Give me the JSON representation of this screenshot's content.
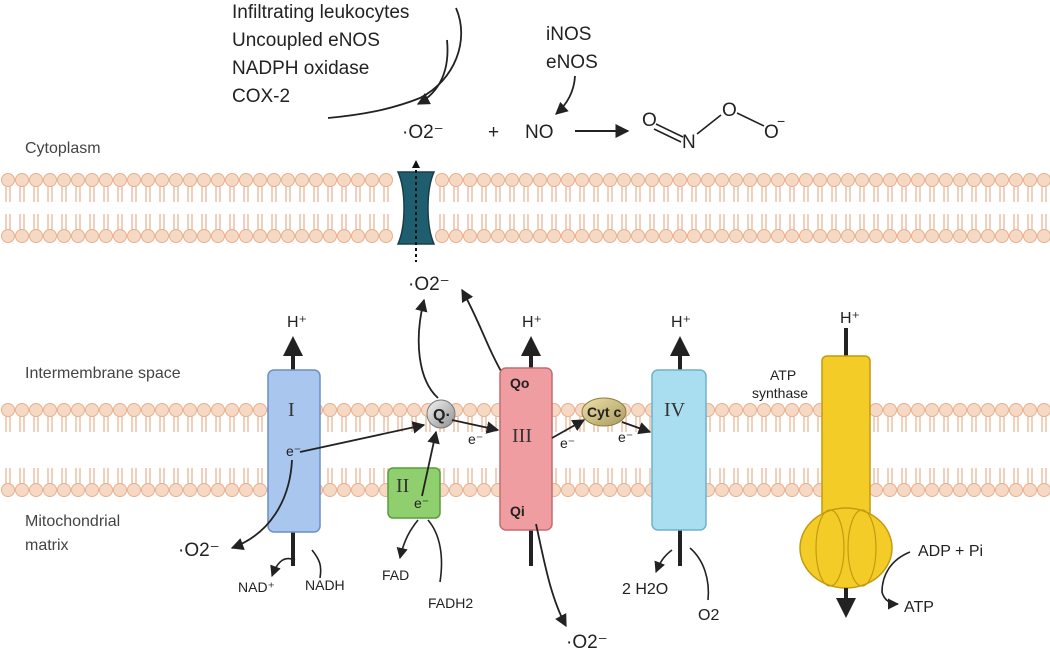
{
  "colors": {
    "membrane_fill": "#f6d9c5",
    "membrane_stroke": "#e7b08f",
    "complex_I": "#a9c6ee",
    "complex_II": "#8fcf6e",
    "complex_III": "#ef9da1",
    "complex_IV": "#a9def0",
    "atp_synthase": "#f4cc27",
    "channel": "#1f5e6f",
    "arrow": "#222222"
  },
  "regions": {
    "cytoplasm": "Cytoplasm",
    "intermembrane": "Intermembrane space",
    "matrix_line1": "Mitochondrial",
    "matrix_line2": "matrix"
  },
  "sources_top": [
    "Infiltrating leukocytes",
    "Uncoupled eNOS",
    "NADPH oxidase",
    "COX-2"
  ],
  "nos_sources": [
    "iNOS",
    "eNOS"
  ],
  "reaction": {
    "superoxide": "·O2⁻",
    "plus": "+",
    "no": "NO",
    "product_atoms": [
      "O",
      "N",
      "O",
      "O"
    ]
  },
  "complexes": {
    "c1": {
      "label": "I",
      "electron": "e⁻",
      "proton": "H⁺",
      "in_label": "NADH",
      "out_label": "NAD⁺",
      "ros": "·O2⁻"
    },
    "c2": {
      "label": "II",
      "electron": "e⁻",
      "in_label": "FADH2",
      "out_label": "FAD"
    },
    "q": {
      "label": "Q·"
    },
    "c3": {
      "label": "III",
      "qo": "Qo",
      "qi": "Qi",
      "electron_in": "e⁻",
      "electron_out": "e⁻",
      "proton": "H⁺",
      "ros_top": "·O2⁻",
      "ros_bottom": "·O2⁻"
    },
    "cytc": {
      "label": "Cyt c",
      "electron_out": "e⁻"
    },
    "c4": {
      "label": "IV",
      "proton": "H⁺",
      "in_label": "O2",
      "out_label": "2 H2O"
    },
    "atp": {
      "title_line1": "ATP",
      "title_line2": "synthase",
      "proton": "H⁺",
      "in_label": "ADP + Pi",
      "out_label": "ATP"
    }
  }
}
